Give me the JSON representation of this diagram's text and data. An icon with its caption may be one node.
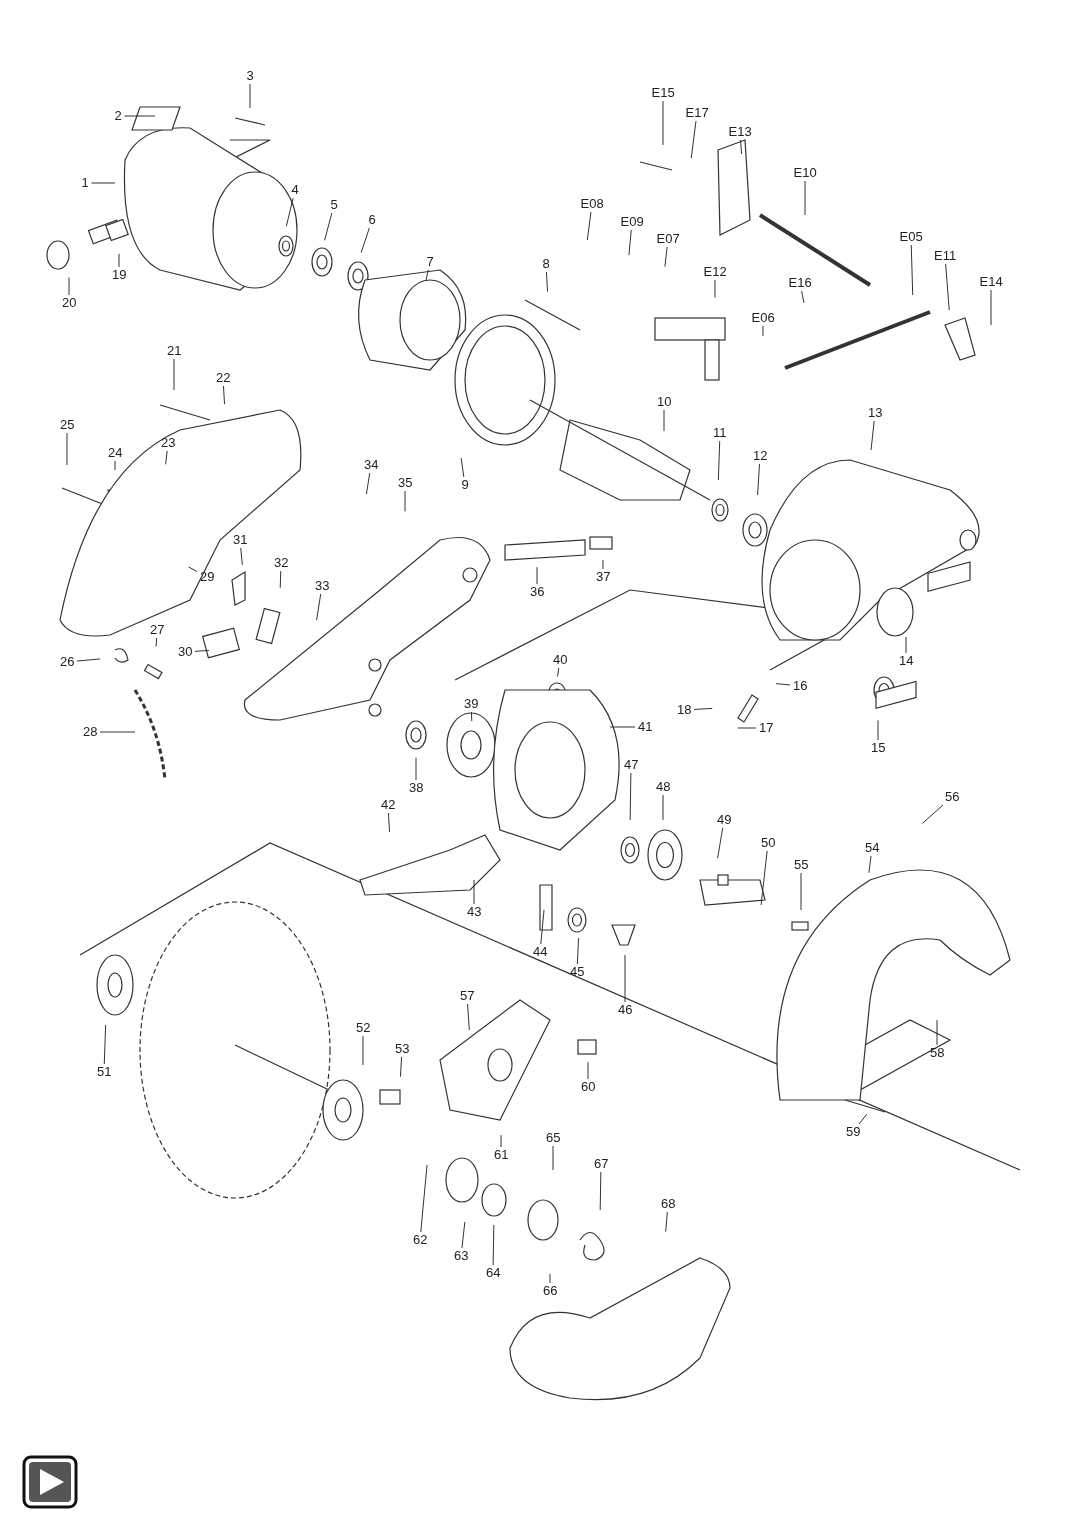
{
  "diagram": {
    "nodes": [
      {
        "text": [
          "3"
        ]
      },
      {
        "text": [
          "2"
        ]
      },
      {
        "text": [
          "1"
        ]
      },
      {
        "text": [
          "4"
        ]
      },
      {
        "text": [
          "5"
        ]
      },
      {
        "text": [
          "6"
        ]
      },
      {
        "text": [
          "7"
        ]
      },
      {
        "text": [
          "8"
        ]
      },
      {
        "text": [
          "E15"
        ]
      },
      {
        "text": [
          "E17"
        ]
      },
      {
        "text": [
          "E13"
        ]
      },
      {
        "text": [
          "E10"
        ]
      },
      {
        "text": [
          "E08"
        ]
      },
      {
        "text": [
          "E09"
        ]
      },
      {
        "text": [
          "E07"
        ]
      },
      {
        "text": [
          "E05"
        ]
      },
      {
        "text": [
          "E11"
        ]
      },
      {
        "text": [
          "E14"
        ]
      },
      {
        "text": [
          "E12"
        ]
      },
      {
        "text": [
          "E16"
        ]
      },
      {
        "text": [
          "E06"
        ]
      },
      {
        "text": [
          "19"
        ]
      },
      {
        "text": [
          "20"
        ]
      },
      {
        "text": [
          "21"
        ]
      },
      {
        "text": [
          "22"
        ]
      },
      {
        "text": [
          "25"
        ]
      },
      {
        "text": [
          "24"
        ]
      },
      {
        "text": [
          "23"
        ]
      },
      {
        "text": [
          "34"
        ]
      },
      {
        "text": [
          "35"
        ]
      },
      {
        "text": [
          "9"
        ]
      },
      {
        "text": [
          "10"
        ]
      },
      {
        "text": [
          "11"
        ]
      },
      {
        "text": [
          "12"
        ]
      },
      {
        "text": [
          "13"
        ]
      },
      {
        "text": [
          "31"
        ]
      },
      {
        "text": [
          "32"
        ]
      },
      {
        "text": [
          "29"
        ]
      },
      {
        "text": [
          "33"
        ]
      },
      {
        "text": [
          "36"
        ]
      },
      {
        "text": [
          "37"
        ]
      },
      {
        "text": [
          "27"
        ]
      },
      {
        "text": [
          "26"
        ]
      },
      {
        "text": [
          "30"
        ]
      },
      {
        "text": [
          "40"
        ]
      },
      {
        "text": [
          "14"
        ]
      },
      {
        "text": [
          "16"
        ]
      },
      {
        "text": [
          "18"
        ]
      },
      {
        "text": [
          "41"
        ]
      },
      {
        "text": [
          "39"
        ]
      },
      {
        "text": [
          "28"
        ]
      },
      {
        "text": [
          "17"
        ]
      },
      {
        "text": [
          "15"
        ]
      },
      {
        "text": [
          "38"
        ]
      },
      {
        "text": [
          "47"
        ]
      },
      {
        "text": [
          "48"
        ]
      },
      {
        "text": [
          "56"
        ]
      },
      {
        "text": [
          "42"
        ]
      },
      {
        "text": [
          "49"
        ]
      },
      {
        "text": [
          "50"
        ]
      },
      {
        "text": [
          "54"
        ]
      },
      {
        "text": [
          "55"
        ]
      },
      {
        "text": [
          "43"
        ]
      },
      {
        "text": [
          "44"
        ]
      },
      {
        "text": [
          "45"
        ]
      },
      {
        "text": [
          "46"
        ]
      },
      {
        "text": [
          "57"
        ]
      },
      {
        "text": [
          "52"
        ]
      },
      {
        "text": [
          "53"
        ]
      },
      {
        "text": [
          "58"
        ]
      },
      {
        "text": [
          "51"
        ]
      },
      {
        "text": [
          "60"
        ]
      },
      {
        "text": [
          "59"
        ]
      },
      {
        "text": [
          "61"
        ]
      },
      {
        "text": [
          "65"
        ]
      },
      {
        "text": [
          "67"
        ]
      },
      {
        "text": [
          "68"
        ]
      },
      {
        "text": [
          "62"
        ]
      },
      {
        "text": [
          "63"
        ]
      },
      {
        "text": [
          "64"
        ]
      },
      {
        "text": [
          "66"
        ]
      }
    ],
    "edges": [
      {
        "from": 0,
        "to": null,
        "arrow": "none"
      },
      {
        "from": 1,
        "to": null,
        "arrow": "none"
      },
      {
        "from": 2,
        "to": null,
        "arrow": "none"
      },
      {
        "from": 3,
        "to": null,
        "arrow": "none"
      },
      {
        "from": 4,
        "to": null,
        "arrow": "none"
      },
      {
        "from": 5,
        "to": null,
        "arrow": "none"
      },
      {
        "from": 6,
        "to": null,
        "arrow": "none"
      },
      {
        "from": 7,
        "to": null,
        "arrow": "none"
      },
      {
        "from": 8,
        "to": null,
        "arrow": "none"
      },
      {
        "from": 9,
        "to": null,
        "arrow": "none"
      },
      {
        "from": 10,
        "to": null,
        "arrow": "none"
      },
      {
        "from": 11,
        "to": null,
        "arrow": "none"
      },
      {
        "from": 12,
        "to": null,
        "arrow": "none"
      },
      {
        "from": 13,
        "to": null,
        "arrow": "none"
      },
      {
        "from": 14,
        "to": null,
        "arrow": "none"
      },
      {
        "from": 15,
        "to": null,
        "arrow": "none"
      },
      {
        "from": 16,
        "to": null,
        "arrow": "none"
      },
      {
        "from": 17,
        "to": null,
        "arrow": "none"
      },
      {
        "from": 18,
        "to": null,
        "arrow": "none"
      },
      {
        "from": 19,
        "to": null,
        "arrow": "none"
      },
      {
        "from": 20,
        "to": null,
        "arrow": "none"
      },
      {
        "from": 21,
        "to": null,
        "arrow": "none"
      },
      {
        "from": 22,
        "to": null,
        "arrow": "none"
      },
      {
        "from": 23,
        "to": null,
        "arrow": "none"
      },
      {
        "from": 24,
        "to": null,
        "arrow": "none"
      },
      {
        "from": 25,
        "to": null,
        "arrow": "none"
      },
      {
        "from": 26,
        "to": null,
        "arrow": "none"
      },
      {
        "from": 27,
        "to": null,
        "arrow": "none"
      },
      {
        "from": 28,
        "to": null,
        "arrow": "none"
      },
      {
        "from": 29,
        "to": null,
        "arrow": "none"
      },
      {
        "from": 30,
        "to": null,
        "arrow": "none"
      },
      {
        "from": 31,
        "to": null,
        "arrow": "none"
      },
      {
        "from": 32,
        "to": null,
        "arrow": "none"
      },
      {
        "from": 33,
        "to": null,
        "arrow": "none"
      },
      {
        "from": 34,
        "to": null,
        "arrow": "none"
      },
      {
        "from": 35,
        "to": null,
        "arrow": "none"
      },
      {
        "from": 36,
        "to": null,
        "arrow": "none"
      },
      {
        "from": 37,
        "to": null,
        "arrow": "none"
      },
      {
        "from": 38,
        "to": null,
        "arrow": "none"
      },
      {
        "from": 39,
        "to": null,
        "arrow": "none"
      },
      {
        "from": 40,
        "to": null,
        "arrow": "none"
      },
      {
        "from": 41,
        "to": null,
        "arrow": "none"
      },
      {
        "from": 42,
        "to": null,
        "arrow": "none"
      },
      {
        "from": 43,
        "to": null,
        "arrow": "none"
      },
      {
        "from": 44,
        "to": null,
        "arrow": "none"
      },
      {
        "from": 45,
        "to": null,
        "arrow": "none"
      },
      {
        "from": 46,
        "to": null,
        "arrow": "none"
      },
      {
        "from": 47,
        "to": null,
        "arrow": "none"
      },
      {
        "from": 48,
        "to": null,
        "arrow": "none"
      },
      {
        "from": 49,
        "to": null,
        "arrow": "none"
      },
      {
        "from": 50,
        "to": null,
        "arrow": "none"
      },
      {
        "from": 51,
        "to": null,
        "arrow": "none"
      },
      {
        "from": 52,
        "to": null,
        "arrow": "none"
      },
      {
        "from": 53,
        "to": null,
        "arrow": "none"
      },
      {
        "from": 54,
        "to": null,
        "arrow": "none"
      },
      {
        "from": 55,
        "to": null,
        "arrow": "none"
      },
      {
        "from": 56,
        "to": null,
        "arrow": "none"
      },
      {
        "from": 57,
        "to": null,
        "arrow": "none"
      },
      {
        "from": 58,
        "to": null,
        "arrow": "none"
      },
      {
        "from": 59,
        "to": null,
        "arrow": "none"
      },
      {
        "from": 60,
        "to": null,
        "arrow": "none"
      },
      {
        "from": 61,
        "to": null,
        "arrow": "none"
      },
      {
        "from": 62,
        "to": null,
        "arrow": "none"
      },
      {
        "from": 63,
        "to": null,
        "arrow": "none"
      },
      {
        "from": 64,
        "to": null,
        "arrow": "none"
      },
      {
        "from": 65,
        "to": null,
        "arrow": "none"
      },
      {
        "from": 66,
        "to": null,
        "arrow": "none"
      },
      {
        "from": 67,
        "to": null,
        "arrow": "none"
      },
      {
        "from": 68,
        "to": null,
        "arrow": "none"
      },
      {
        "from": 69,
        "to": null,
        "arrow": "none"
      },
      {
        "from": 70,
        "to": null,
        "arrow": "none"
      },
      {
        "from": 71,
        "to": null,
        "arrow": "none"
      },
      {
        "from": 72,
        "to": null,
        "arrow": "none"
      },
      {
        "from": 73,
        "to": null,
        "arrow": "none"
      },
      {
        "from": 74,
        "to": null,
        "arrow": "none"
      },
      {
        "from": 75,
        "to": null,
        "arrow": "none"
      },
      {
        "from": 76,
        "to": null,
        "arrow": "none"
      },
      {
        "from": 77,
        "to": null,
        "arrow": "none"
      },
      {
        "from": 78,
        "to": null,
        "arrow": "none"
      },
      {
        "from": 79,
        "to": null,
        "arrow": "none"
      },
      {
        "from": 80,
        "to": null,
        "arrow": "none"
      }
    ]
  }
}
